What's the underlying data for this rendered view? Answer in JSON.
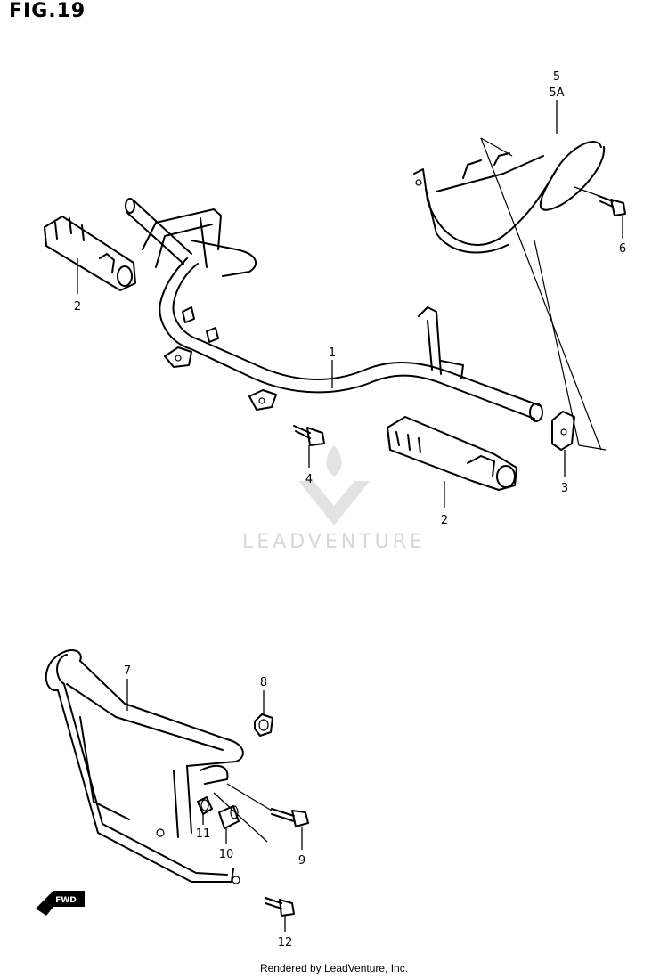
{
  "figure": {
    "title": "FIG.19"
  },
  "callouts": [
    {
      "id": "c1",
      "text": "1"
    },
    {
      "id": "c2a",
      "text": "2"
    },
    {
      "id": "c2b",
      "text": "2"
    },
    {
      "id": "c3",
      "text": "3"
    },
    {
      "id": "c4",
      "text": "4"
    },
    {
      "id": "c5",
      "text": "5"
    },
    {
      "id": "c5a",
      "text": "5A"
    },
    {
      "id": "c6",
      "text": "6"
    },
    {
      "id": "c7",
      "text": "7"
    },
    {
      "id": "c8",
      "text": "8"
    },
    {
      "id": "c9",
      "text": "9"
    },
    {
      "id": "c10",
      "text": "10"
    },
    {
      "id": "c11",
      "text": "11"
    },
    {
      "id": "c12",
      "text": "12"
    }
  ],
  "front_marker": {
    "text": "FWD"
  },
  "watermark": {
    "text": "LEADVENTURE"
  },
  "footer": {
    "text": "Rendered by LeadVenture, Inc."
  }
}
